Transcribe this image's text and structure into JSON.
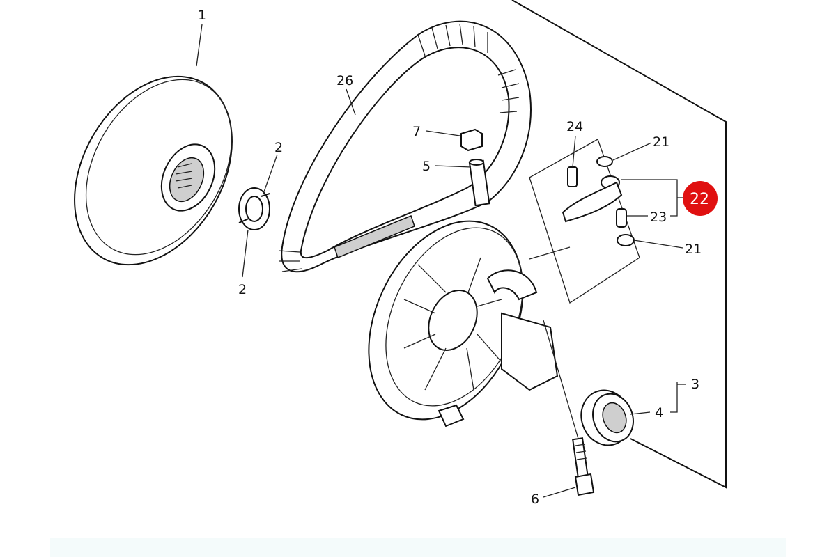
{
  "diagram": {
    "callouts": {
      "pulley": "1",
      "bushing_top": "2",
      "bushing_bottom": "2",
      "belt": "26",
      "nut": "7",
      "sleeve": "5",
      "pin": "24",
      "washer_top": "21",
      "lever_assembly": "22",
      "roller": "23",
      "washer_bottom": "21",
      "bearing_assembly": "3",
      "bearing": "4",
      "bolt": "6"
    },
    "highlight_color": "#e01010"
  }
}
